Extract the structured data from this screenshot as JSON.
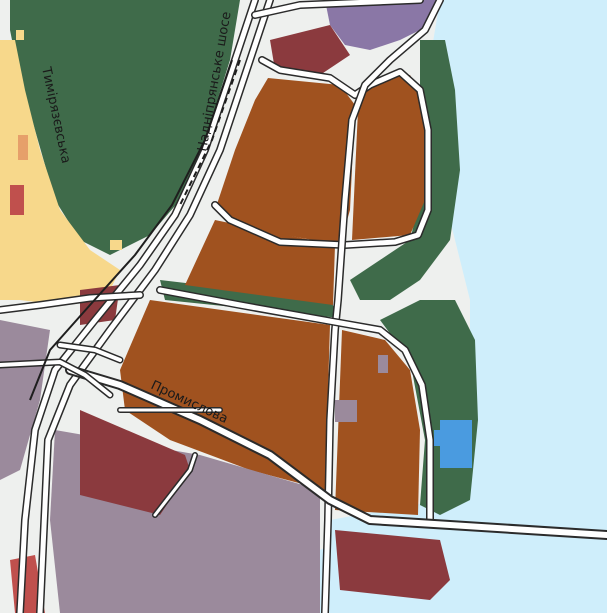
{
  "map": {
    "street_labels": {
      "tymiriazivska": "Тимірязєвська",
      "nadniprianske": "Надніпрянське шосе",
      "promyslova": "Промислова"
    },
    "colors": {
      "water": "#cfeefb",
      "forest": "#3f6b4a",
      "industrial": "#a0521f",
      "residential": "#f7d88b",
      "commercial": "#8b3a3e",
      "garages": "#9b8a9c",
      "purple_area": "#8a77a6",
      "blue_building": "#4a9be0",
      "road": "#ffffff",
      "road_casing": "#2b2b2b"
    }
  }
}
